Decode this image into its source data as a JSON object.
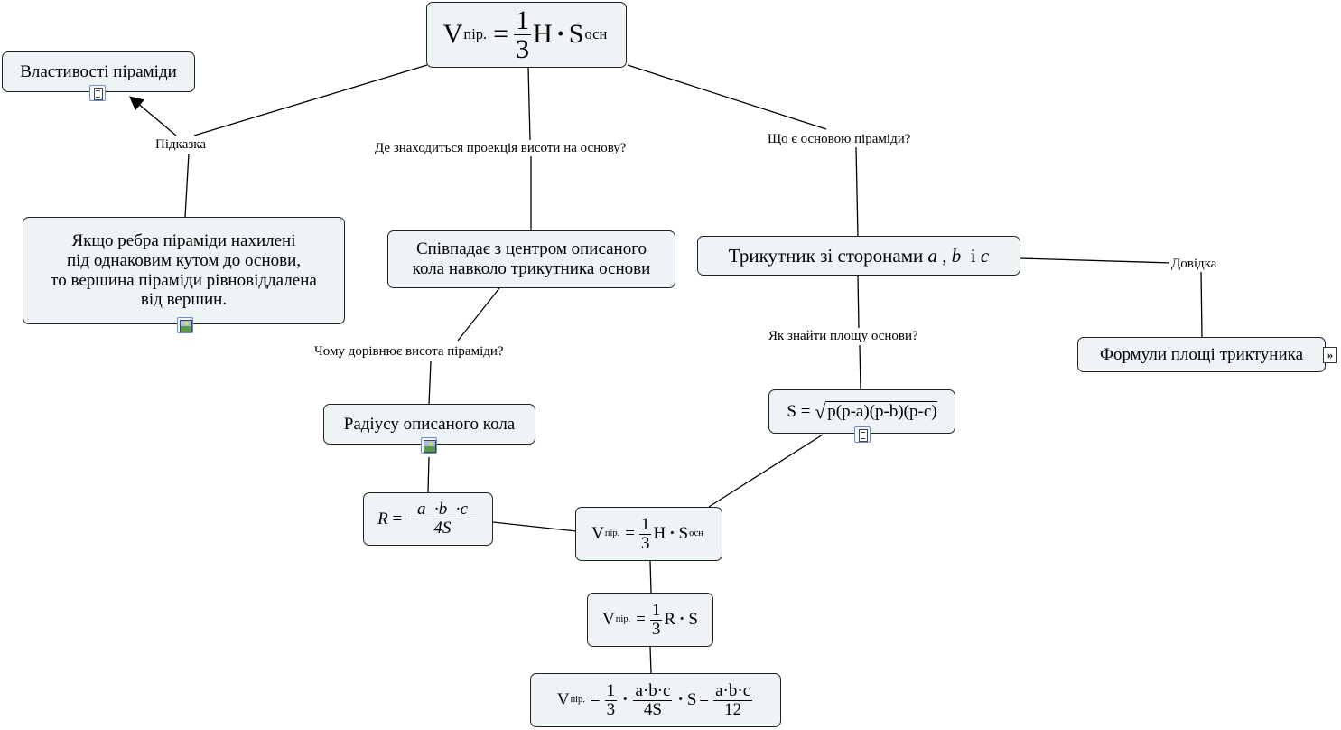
{
  "nodes": {
    "root": {
      "v": "V",
      "sub": "пір.",
      "eq": "=",
      "num": "1",
      "den": "3",
      "h": "H",
      "dot": "·",
      "s": "S",
      "s_sub": "осн"
    },
    "properties": "Властивості піраміди",
    "hint_text": [
      "Якщо  ребра піраміди нахилені",
      "під однаковим кутом до основи,",
      "то вершина піраміди рівновіддалена",
      "від вершин."
    ],
    "coincides": [
      "Співпадає з центром описаного",
      "кола навколо трикутника основи"
    ],
    "triangle": {
      "text": "Трикутник зі сторонами",
      "a": "a",
      "comma": ",",
      "b": "b",
      "and": "і",
      "c": "c"
    },
    "radius": "Радіусу описаного кола",
    "formulas_area": "Формули площі триктуника",
    "area": {
      "s": "S",
      "eq": "=",
      "rad": "p(p-a)(p-b)(p-c)"
    },
    "r_formula": {
      "r": "R",
      "eq": "=",
      "num": "a  ·b  ·c",
      "den": "4S"
    },
    "v2": {
      "v": "V",
      "sub": "пір.",
      "eq": "=",
      "num": "1",
      "den": "3",
      "h": "H",
      "dot": "·",
      "s": "S",
      "s_sub": "осн"
    },
    "v3": {
      "v": "V",
      "sub": "пір.",
      "eq": "=",
      "num": "1",
      "den": "3",
      "r": "R",
      "dot": "·",
      "s": "S"
    },
    "v4": {
      "v": "V",
      "sub": "пір.",
      "eq": "=",
      "num": "1",
      "den": "3",
      "dot": "·",
      "num2": "a·b·c",
      "den2": "4S",
      "s": "S",
      "eq2": "=",
      "num3": "a·b·c",
      "den3": "12"
    }
  },
  "labels": {
    "hint": "Підказка",
    "projection": "Де знаходиться проекція висоти на основу?",
    "base": "Що є основою піраміди?",
    "height": "Чому дорівнює висота піраміди?",
    "find_area": "Як знайти площу основи?",
    "reference": "Довідка"
  },
  "icons": {
    "properties": "document-icon",
    "hint": "image-icon",
    "radius": "image-icon",
    "area": "document-icon",
    "formulas": "expand-icon"
  }
}
